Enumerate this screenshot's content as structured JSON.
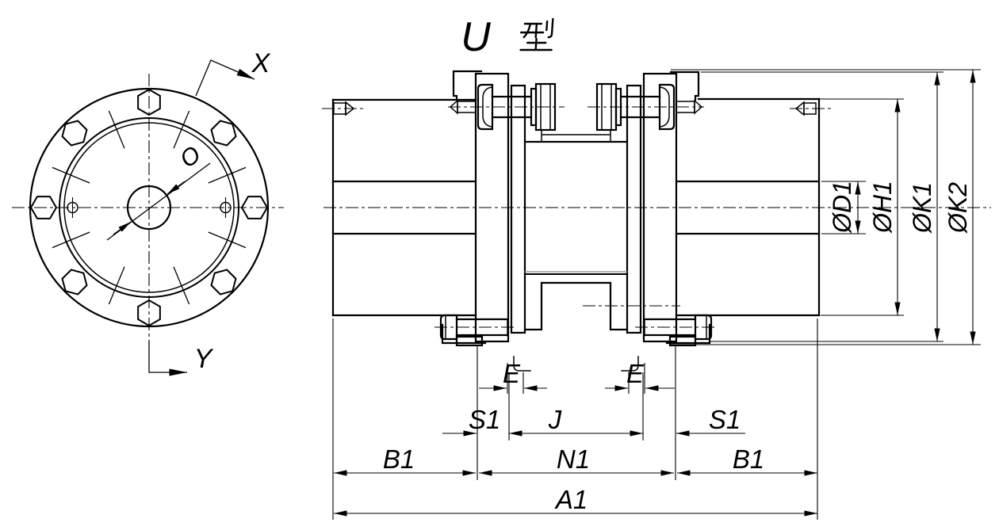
{
  "drawing": {
    "view_type_label": "U型",
    "front_view": {
      "x_axis_label": "X",
      "y_axis_label": "Y",
      "bore_dim_label": "O"
    },
    "dims": {
      "e_left": "E",
      "e_right": "E",
      "s1_left": "S1",
      "j": "J",
      "s1_right": "S1",
      "b1_left": "B1",
      "n1": "N1",
      "b1_right": "B1",
      "a1": "A1",
      "d1": "ØD1",
      "h1": "ØH1",
      "k1": "ØK1",
      "k2": "ØK2"
    },
    "colors": {
      "line": "#000000",
      "background": "#ffffff",
      "thin_gray_line": "#9a9a9a"
    }
  }
}
